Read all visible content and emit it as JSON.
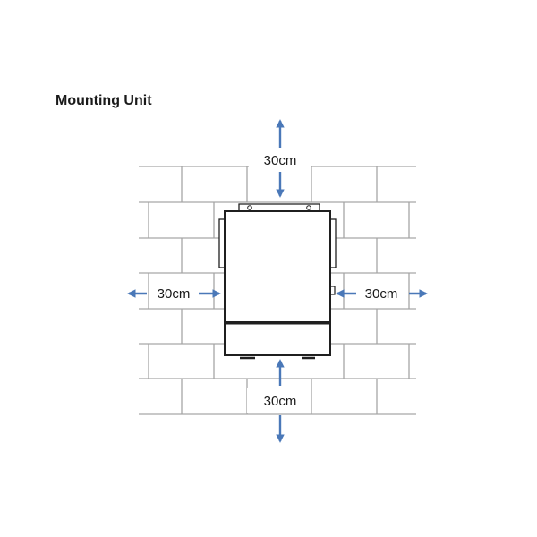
{
  "title": "Mounting Unit",
  "clearances": {
    "top": "30cm",
    "bottom": "30cm",
    "left": "30cm",
    "right": "30cm"
  },
  "colors": {
    "arrow": "#4a78b8",
    "wall_lines": "#a6a6a6",
    "unit_outline": "#1f1f1f"
  }
}
